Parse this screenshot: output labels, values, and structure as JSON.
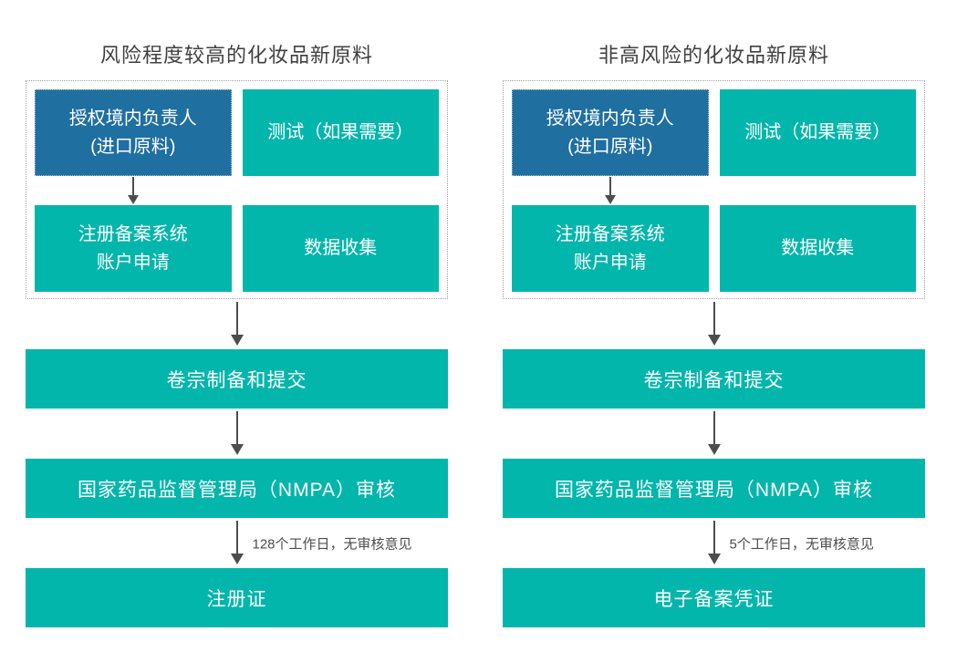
{
  "diagram": {
    "colors": {
      "teal": "#03b6ab",
      "dark_blue": "#1f6fa1",
      "arrow": "#4d4d4d",
      "title_text": "#3f3f3f",
      "note_text": "#4c4c4c",
      "group_border": "#9e9e9e"
    },
    "columns": [
      {
        "title": "风险程度较高的化妆品新原料",
        "prep_group": {
          "authorized_agent_line1": "授权境内负责人",
          "authorized_agent_line2": "(进口原料)",
          "testing": "测试（如果需要）",
          "account_line1": "注册备案系统",
          "account_line2": "账户申请",
          "data_collection": "数据收集"
        },
        "dossier": "卷宗制备和提交",
        "nmpa_review": "国家药品监督管理局（NMPA）审核",
        "timeline_note": "128个工作日，无审核意见",
        "outcome": "注册证"
      },
      {
        "title": "非高风险的化妆品新原料",
        "prep_group": {
          "authorized_agent_line1": "授权境内负责人",
          "authorized_agent_line2": "(进口原料)",
          "testing": "测试（如果需要）",
          "account_line1": "注册备案系统",
          "account_line2": "账户申请",
          "data_collection": "数据收集"
        },
        "dossier": "卷宗制备和提交",
        "nmpa_review": "国家药品监督管理局（NMPA）审核",
        "timeline_note": "5个工作日，无审核意见",
        "outcome": "电子备案凭证"
      }
    ]
  }
}
